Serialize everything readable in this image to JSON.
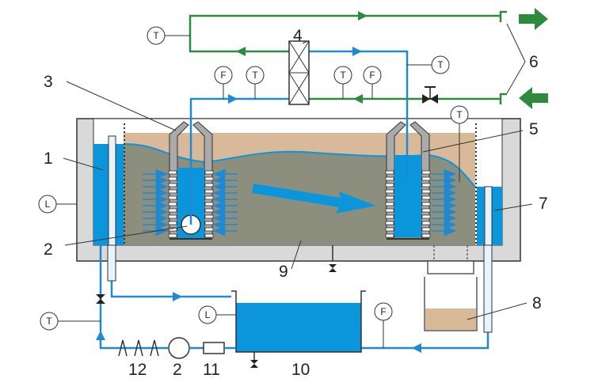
{
  "labels": {
    "n1": "1",
    "n2a": "2",
    "n2b": "2",
    "n3": "3",
    "n4": "4",
    "n5": "5",
    "n6": "6",
    "n7": "7",
    "n8": "8",
    "n9": "9",
    "n10": "10",
    "n11": "11",
    "n12": "12"
  },
  "instruments": {
    "t_top": "T",
    "f_left": "F",
    "t_left": "T",
    "t_right1": "T",
    "f_right": "F",
    "t_hx": "T",
    "t_bed": "T",
    "l_tank": "L",
    "l_res": "L",
    "t_loop": "T",
    "f_ret": "F"
  },
  "colors": {
    "water": "#0b96dc",
    "soil": "#8c8f7e",
    "sand": "#d8b99a",
    "hot_line": "#2e8b3e",
    "cold_line": "#1f8ad0",
    "wall": "#d9d9d9"
  }
}
